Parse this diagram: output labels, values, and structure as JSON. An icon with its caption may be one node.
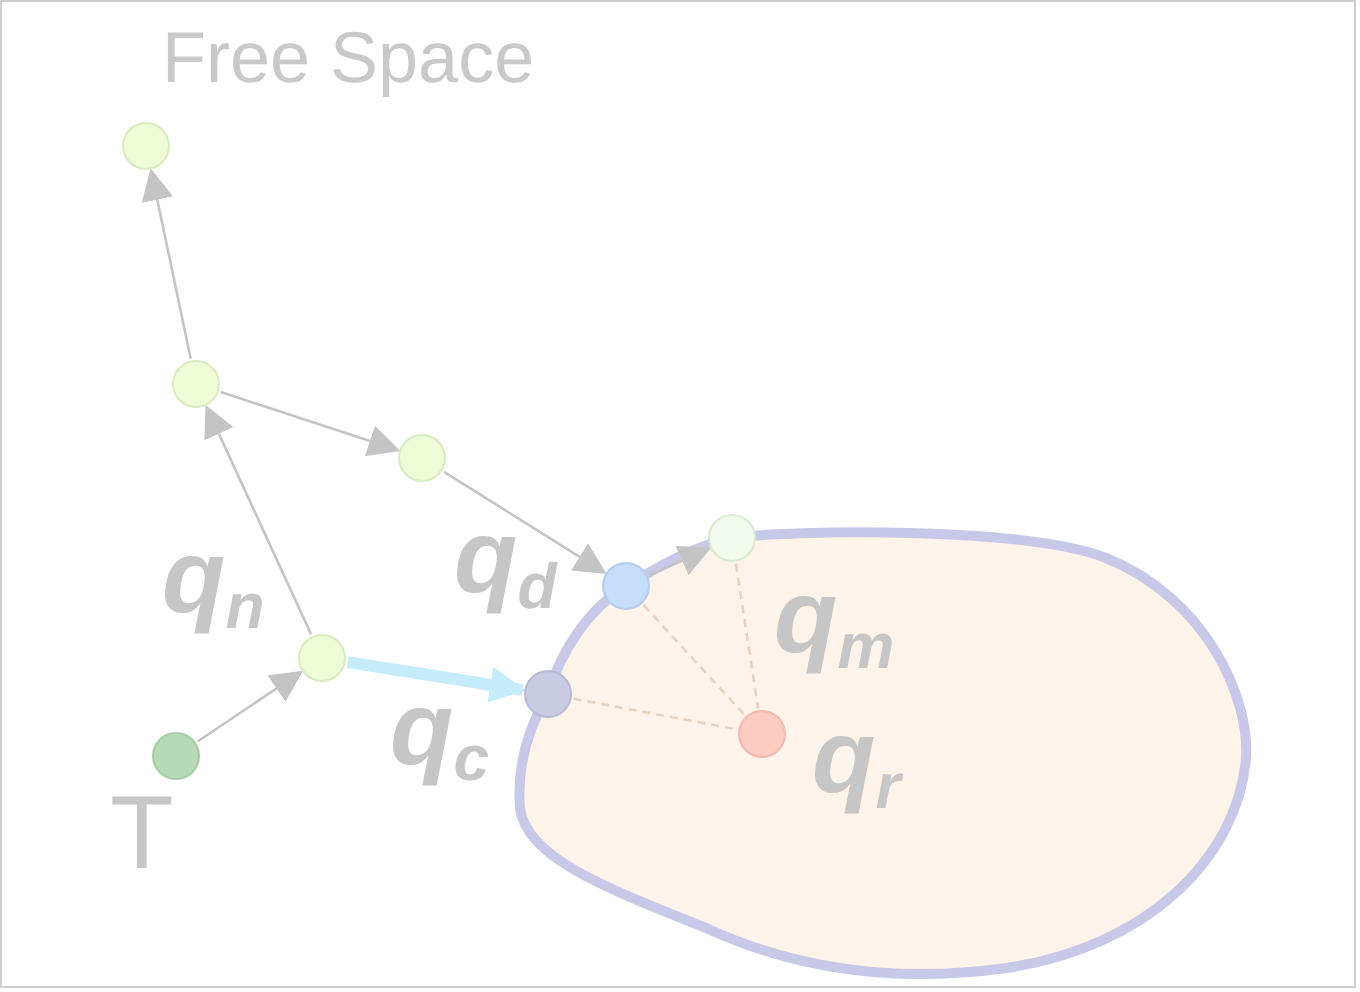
{
  "diagram": {
    "nodes": [
      {
        "text": [
          "Free Space"
        ]
      },
      {
        "text": [],
        "shape": "circle",
        "in": 0
      },
      {
        "text": [],
        "shape": "circle",
        "in": 0
      },
      {
        "text": [],
        "shape": "circle",
        "in": 0
      },
      {
        "text": [],
        "shape": "circle",
        "in": 0,
        "beside": [
          "q$_{n}$"
        ]
      },
      {
        "text": [],
        "shape": "circle",
        "in": 0,
        "beside": [
          "q$_{d}$"
        ]
      },
      {
        "text": [],
        "shape": "circle",
        "in": 0,
        "beside": [
          "q$_{m}$"
        ]
      },
      {
        "text": [],
        "shape": "blob",
        "in": 0
      },
      {
        "text": [],
        "shape": "circle",
        "in": 0,
        "beside": [
          "q$_{c}$"
        ]
      },
      {
        "text": [],
        "shape": "circle",
        "in": 7,
        "beside": [
          "q$_{r}$"
        ]
      },
      {
        "text": [],
        "shape": "circle",
        "in": 0,
        "beside": [
          "T"
        ]
      }
    ],
    "edges": [
      {
        "from": 10,
        "to": 4,
        "arrow": "to"
      },
      {
        "from": 4,
        "to": 2,
        "arrow": "to"
      },
      {
        "from": 2,
        "to": 1,
        "arrow": "to"
      },
      {
        "from": 2,
        "to": 3,
        "arrow": "to"
      },
      {
        "from": 3,
        "to": 5,
        "arrow": "to"
      },
      {
        "from": 5,
        "to": 6,
        "arrow": "to"
      },
      {
        "from": 4,
        "to": 8,
        "arrow": "to",
        "style": "thick",
        "color": "#c4ecfb"
      },
      {
        "from": 5,
        "to": 9,
        "arrow": "none",
        "style": "dashed",
        "color": "#ead2c0"
      },
      {
        "from": 6,
        "to": 9,
        "arrow": "none",
        "style": "dashed",
        "color": "#ead2c0"
      },
      {
        "from": 8,
        "to": 9,
        "arrow": "none",
        "style": "dashed",
        "color": "#ead2c0"
      }
    ]
  }
}
